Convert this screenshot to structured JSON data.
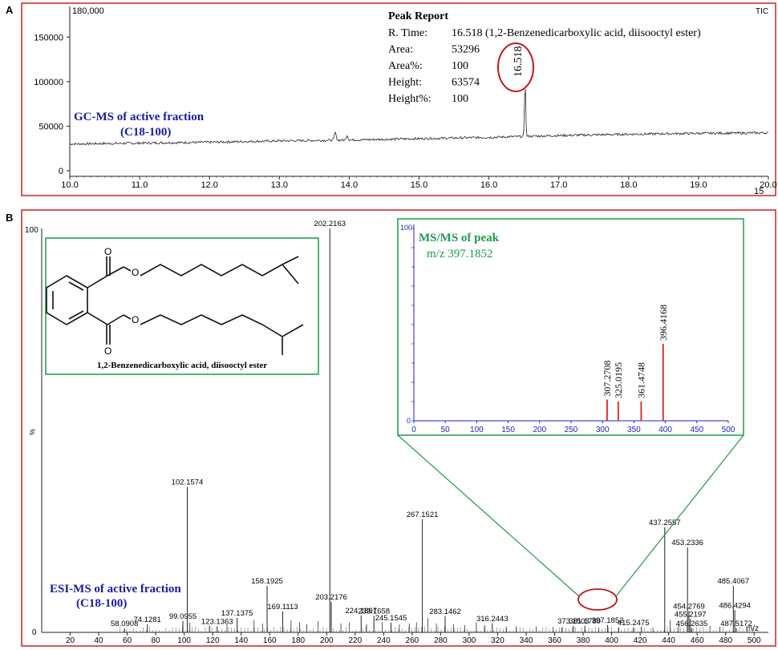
{
  "panels": {
    "a_label": "A",
    "b_label": "B"
  },
  "colors": {
    "frame": "#cc2222",
    "navy": "#1a1aa8",
    "green": "#1f9a4a",
    "red_peak": "#e02020",
    "blue_axis": "#2020c0"
  },
  "chart_data": [
    {
      "id": "gcms",
      "type": "line",
      "ylim": [
        0,
        180000
      ],
      "xlim": [
        10.0,
        20.0
      ],
      "y_max_label": "180,000",
      "y_ticks": [
        "0",
        "50000",
        "100000",
        "150000"
      ],
      "x_ticks": [
        "10.0",
        "11.0",
        "12.0",
        "13.0",
        "14.0",
        "15.0",
        "16.0",
        "17.0",
        "18.0",
        "19.0",
        "20.0"
      ],
      "x_extra_label": "15",
      "tic_label": "TIC",
      "series_title": "GC-MS of active fraction",
      "series_subtitle": "(C18-100)",
      "baseline": [
        [
          10.0,
          30000
        ],
        [
          11.0,
          31000
        ],
        [
          12.0,
          32000
        ],
        [
          13.0,
          33500
        ],
        [
          14.0,
          34500
        ],
        [
          15.0,
          36000
        ],
        [
          16.0,
          37500
        ],
        [
          17.0,
          39500
        ],
        [
          18.0,
          41000
        ],
        [
          19.0,
          42000
        ],
        [
          20.0,
          42500
        ]
      ],
      "minor_peaks": [
        [
          13.8,
          43000
        ],
        [
          13.97,
          40000
        ]
      ],
      "main_peak": {
        "x": 16.518,
        "y": 100000,
        "label": "16.518"
      },
      "peak_report": {
        "title": "Peak Report",
        "rows": [
          {
            "key": "R. Time:",
            "value": "16.518 (1,2-Benzenedicarboxylic acid, diisooctyl ester)"
          },
          {
            "key": "Area:",
            "value": "53296"
          },
          {
            "key": "Area%:",
            "value": "100"
          },
          {
            "key": "Height:",
            "value": "63574"
          },
          {
            "key": "Height%:",
            "value": "100"
          }
        ]
      }
    },
    {
      "id": "esims",
      "type": "bar",
      "xlim": [
        0,
        510
      ],
      "ylim": [
        0,
        100
      ],
      "y_top_label": "100",
      "y_bottom_label": "0",
      "ylabel": "%",
      "xlabel": "m/z",
      "x_ticks": [
        "20",
        "40",
        "60",
        "80",
        "100",
        "120",
        "140",
        "160",
        "180",
        "200",
        "220",
        "240",
        "260",
        "280",
        "300",
        "320",
        "340",
        "360",
        "380",
        "400",
        "420",
        "440",
        "460",
        "480",
        "500"
      ],
      "series_title": "ESI-MS of active fraction",
      "series_subtitle": "(C18-100)",
      "labeled_peaks": [
        {
          "mz": 202.2163,
          "label": "202.2163",
          "intensity": 100
        },
        {
          "mz": 102.1574,
          "label": "102.1574",
          "intensity": 36
        },
        {
          "mz": 267.1521,
          "label": "267.1521",
          "intensity": 28
        },
        {
          "mz": 437.2557,
          "label": "437.2557",
          "intensity": 26
        },
        {
          "mz": 453.2336,
          "label": "453.2336",
          "intensity": 21
        },
        {
          "mz": 485.4067,
          "label": "485.4067",
          "intensity": 11.5
        },
        {
          "mz": 158.1925,
          "label": "158.1925",
          "intensity": 11.5
        },
        {
          "mz": 203.2176,
          "label": "203.2176",
          "intensity": 7.5
        },
        {
          "mz": 486.4294,
          "label": "486.4294",
          "intensity": 5.5
        },
        {
          "mz": 169.1113,
          "label": "169.1113",
          "intensity": 5.2
        },
        {
          "mz": 454.2769,
          "label": "454.2769",
          "intensity": 5.3
        },
        {
          "mz": 224.1897,
          "label": "224.1897",
          "intensity": 4.2
        },
        {
          "mz": 233.1658,
          "label": "233.1658",
          "intensity": 4.1
        },
        {
          "mz": 283.1462,
          "label": "283.1462",
          "intensity": 4
        },
        {
          "mz": 137.1375,
          "label": "137.1375",
          "intensity": 3.6
        },
        {
          "mz": 455.2197,
          "label": "455.2197",
          "intensity": 3.3
        },
        {
          "mz": 245.1545,
          "label": "245.1545",
          "intensity": 2.4
        },
        {
          "mz": 316.2443,
          "label": "316.2443",
          "intensity": 2.2
        },
        {
          "mz": 397.1852,
          "label": "397.1852",
          "intensity": 1.8
        },
        {
          "mz": 373.1503,
          "label": "373.1503",
          "intensity": 1.6
        },
        {
          "mz": 381.178,
          "label": "381.1780",
          "intensity": 1.6
        },
        {
          "mz": 123.1363,
          "label": "123.1363",
          "intensity": 1.5
        },
        {
          "mz": 99.0955,
          "label": "99.0955",
          "intensity": 2.8
        },
        {
          "mz": 74.1281,
          "label": "74.1281",
          "intensity": 2.0
        },
        {
          "mz": 58.0908,
          "label": "58.0908",
          "intensity": 1.0
        },
        {
          "mz": 415.2475,
          "label": "415.2475",
          "intensity": 1.2
        },
        {
          "mz": 456.2635,
          "label": "456.2635",
          "intensity": 1.0
        },
        {
          "mz": 487.5172,
          "label": "487.5172",
          "intensity": 1.0
        }
      ],
      "minor_peaks": [
        {
          "mz": 104,
          "intensity": 2.5
        },
        {
          "mz": 118,
          "intensity": 1.8
        },
        {
          "mz": 130,
          "intensity": 2.0
        },
        {
          "mz": 149,
          "intensity": 3.0
        },
        {
          "mz": 155,
          "intensity": 2.2
        },
        {
          "mz": 175,
          "intensity": 3.0
        },
        {
          "mz": 181,
          "intensity": 2.5
        },
        {
          "mz": 186,
          "intensity": 2.0
        },
        {
          "mz": 194,
          "intensity": 2.8
        },
        {
          "mz": 210,
          "intensity": 2.2
        },
        {
          "mz": 216,
          "intensity": 2.5
        },
        {
          "mz": 228,
          "intensity": 2.0
        },
        {
          "mz": 239,
          "intensity": 2.5
        },
        {
          "mz": 251,
          "intensity": 2.0
        },
        {
          "mz": 258,
          "intensity": 2.2
        },
        {
          "mz": 263,
          "intensity": 2.5
        },
        {
          "mz": 271,
          "intensity": 3.5
        },
        {
          "mz": 277,
          "intensity": 2.2
        },
        {
          "mz": 289,
          "intensity": 2.0
        },
        {
          "mz": 297,
          "intensity": 1.8
        },
        {
          "mz": 305,
          "intensity": 2.5
        },
        {
          "mz": 311,
          "intensity": 1.8
        },
        {
          "mz": 326,
          "intensity": 1.5
        },
        {
          "mz": 333,
          "intensity": 1.5
        },
        {
          "mz": 347,
          "intensity": 1.5
        },
        {
          "mz": 359,
          "intensity": 1.4
        },
        {
          "mz": 365,
          "intensity": 1.2
        },
        {
          "mz": 391,
          "intensity": 1.2
        },
        {
          "mz": 405,
          "intensity": 1.2
        },
        {
          "mz": 421,
          "intensity": 1.5
        },
        {
          "mz": 429,
          "intensity": 1.2
        },
        {
          "mz": 441,
          "intensity": 3.0
        },
        {
          "mz": 447,
          "intensity": 2.0
        },
        {
          "mz": 469,
          "intensity": 1.6
        },
        {
          "mz": 476,
          "intensity": 1.4
        },
        {
          "mz": 495,
          "intensity": 1.0
        }
      ]
    },
    {
      "id": "msms",
      "type": "bar",
      "xlim": [
        0,
        500
      ],
      "ylim": [
        0,
        100
      ],
      "y_top_label": "100",
      "y_bottom_label": "0",
      "x_ticks": [
        "0",
        "50",
        "100",
        "150",
        "200",
        "250",
        "300",
        "350",
        "400",
        "450",
        "500"
      ],
      "title": "MS/MS of peak",
      "subtitle": "m/z 397.1852",
      "peaks": [
        {
          "mz": 307.2708,
          "label": "307.2708",
          "intensity": 11
        },
        {
          "mz": 325.0195,
          "label": "325.0195",
          "intensity": 10
        },
        {
          "mz": 361.4748,
          "label": "361.4748",
          "intensity": 10
        },
        {
          "mz": 396.4168,
          "label": "396.4168",
          "intensity": 40
        }
      ]
    }
  ],
  "structure": {
    "caption": "1,2-Benzenedicarboxylic acid, diisooctyl ester",
    "atom_o": "O"
  }
}
